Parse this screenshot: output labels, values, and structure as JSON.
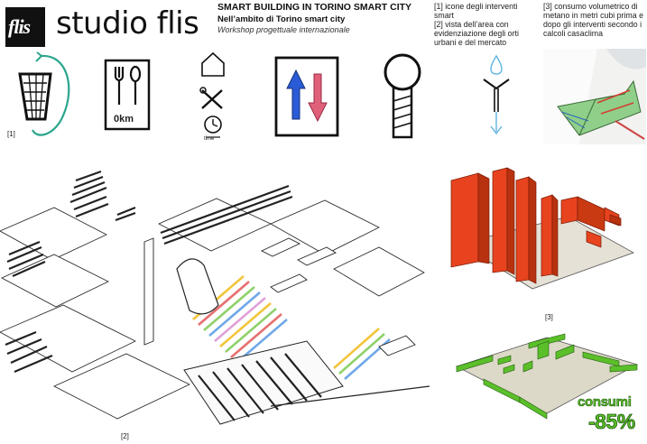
{
  "brand": {
    "logo_text": "flis",
    "name": "studio flis"
  },
  "header": {
    "title": "SMART BUILDING IN TORINO SMART CITY",
    "subtitle": "Nell’ambito di Torino smart city",
    "workshop": "Workshop progettuale internazionale"
  },
  "notes": {
    "note1_line1": "[1] icone degli interventi smart",
    "note1_line2": "[2] vista dell’area con evidenziazione degli orti urbani e del mercato",
    "note3": "[3] consumo volumetrico di metano in metri cubi prima e dopo gli interventi secondo i calcoli casaclima"
  },
  "labels": {
    "l1": "[1]",
    "l2": "[2]",
    "l3": "[3]",
    "zero_km": "0km",
    "timer_text": "time"
  },
  "result": {
    "consumi": "consumi",
    "percent": "-85%"
  },
  "colors": {
    "red_volume": "#e8431f",
    "green_volume": "#5bbf2a",
    "teal_arrow": "#2aa58c",
    "blue_arrow": "#2a5bd6",
    "pink_arrow": "#e0607a",
    "drop_blue": "#5fb4e0"
  },
  "icons": [
    "recycle-bin-icon",
    "fork-spoon-icon",
    "house-tools-clock-icon",
    "up-down-arrows-icon",
    "lightbulb-icon",
    "water-drop-icon"
  ]
}
